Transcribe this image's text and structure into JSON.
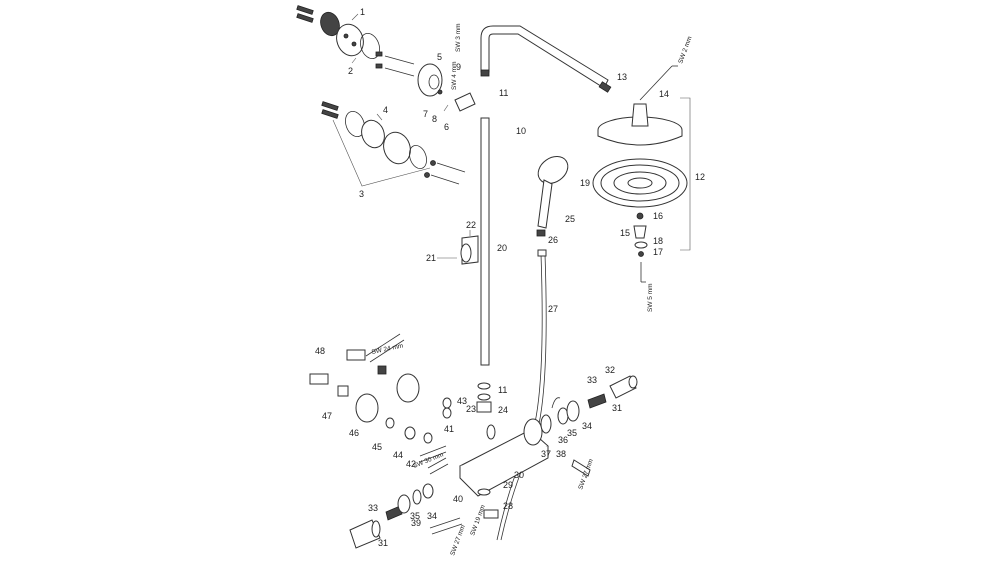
{
  "parts": {
    "p1": "1",
    "p2": "2",
    "p3": "3",
    "p4": "4",
    "p5": "5",
    "p6": "6",
    "p7": "7",
    "p8": "8",
    "p9": "9",
    "p10": "10",
    "p11a": "11",
    "p11b": "11",
    "p12": "12",
    "p13": "13",
    "p14": "14",
    "p15": "15",
    "p16": "16",
    "p17": "17",
    "p18": "18",
    "p19": "19",
    "p20": "20",
    "p21": "21",
    "p22": "22",
    "p23": "23",
    "p24": "24",
    "p25": "25",
    "p26": "26",
    "p27": "27",
    "p28": "28",
    "p29": "29",
    "p30": "30",
    "p31a": "31",
    "p31b": "31",
    "p32": "32",
    "p33a": "33",
    "p33b": "33",
    "p34a": "34",
    "p34b": "34",
    "p35a": "35",
    "p35b": "35",
    "p36": "36",
    "p37": "37",
    "p38": "38",
    "p39": "39",
    "p40": "40",
    "p41": "41",
    "p42": "42",
    "p43": "43",
    "p44": "44",
    "p45": "45",
    "p46": "46",
    "p47": "47",
    "p48": "48"
  },
  "tools": {
    "sw3": "SW 3 mm",
    "sw4": "SW 4 mm",
    "sw2": "SW 2 mm",
    "sw5": "SW 5 mm",
    "sw24": "SW 24 mm",
    "sw30": "SW 30 mm",
    "sw19": "SW 19 mm",
    "sw27a": "SW 27 mm",
    "sw27b": "SW 27 mm"
  }
}
